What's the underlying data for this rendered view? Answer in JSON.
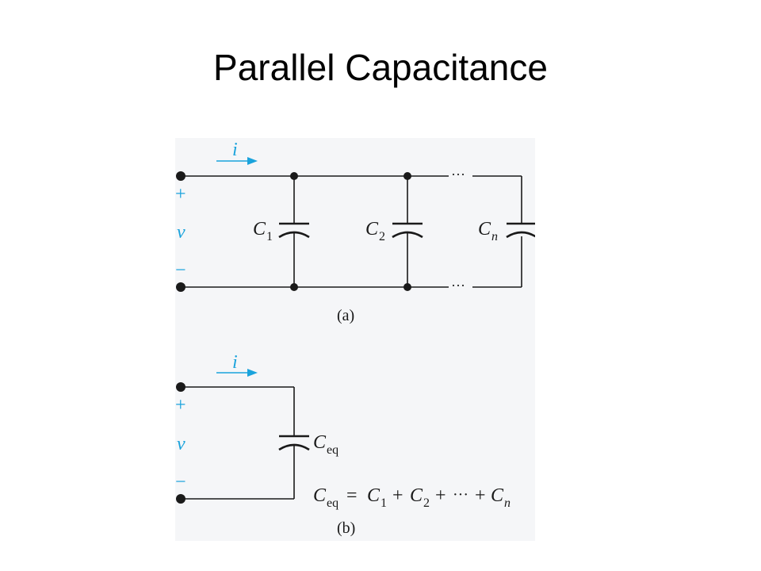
{
  "title": "Parallel Capacitance",
  "figure_a": {
    "current": "i",
    "plus": "+",
    "voltage": "v",
    "minus": "−",
    "cap1": {
      "letter": "C",
      "sub": "1"
    },
    "cap2": {
      "letter": "C",
      "sub": "2"
    },
    "capn": {
      "letter": "C",
      "sub": "n"
    },
    "ellipsis": "···",
    "caption": "(a)"
  },
  "figure_b": {
    "current": "i",
    "plus": "+",
    "voltage": "v",
    "minus": "−",
    "cap": {
      "letter": "C",
      "sub": "eq"
    },
    "equation": {
      "lhs_letter": "C",
      "lhs_sub": "eq",
      "eq": "=",
      "t1_letter": "C",
      "t1_sub": "1",
      "plus1": "+",
      "t2_letter": "C",
      "t2_sub": "2",
      "plus2": "+",
      "dots": "···",
      "plus3": "+",
      "tn_letter": "C",
      "tn_sub": "n"
    },
    "caption": "(b)"
  },
  "colors": {
    "label_blue": "#1aa3dc",
    "figure_bg": "#f5f6f8",
    "ink": "#1a1a1a"
  }
}
